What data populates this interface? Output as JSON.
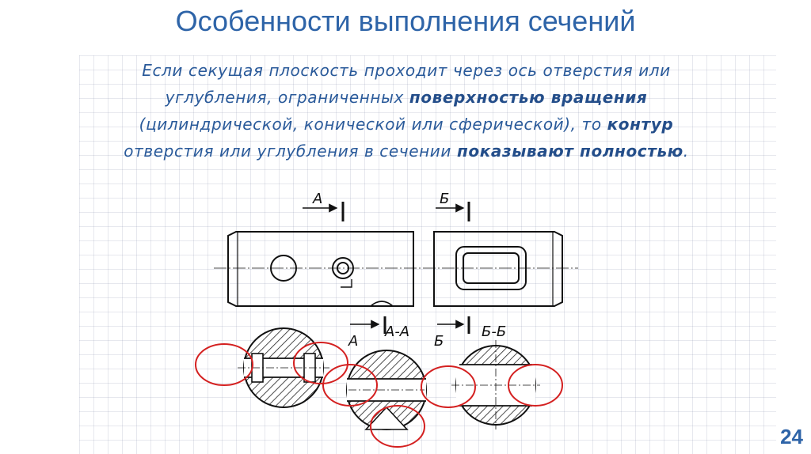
{
  "slide": {
    "title": "Особенности выполнения сечений",
    "page_number": "24"
  },
  "paragraph": {
    "segments": [
      {
        "text": "Если секущая плоскость проходит через ось отверстия или углубления, ограниченных ",
        "bold": false
      },
      {
        "text": "поверхностью вращения",
        "bold": true
      },
      {
        "text": " (цилиндрической, конической или сферической), то ",
        "bold": false
      },
      {
        "text": "контур",
        "bold": true
      },
      {
        "text": " отверстия или углубления в сечении ",
        "bold": false
      },
      {
        "text": "показывают полностью",
        "bold": true
      },
      {
        "text": ".",
        "bold": false
      }
    ]
  },
  "drawing": {
    "cut_label_a": "А",
    "cut_label_b": "Б",
    "section_title_a": "А-А",
    "section_title_b": "Б-Б",
    "highlight_color": "#d42020"
  }
}
